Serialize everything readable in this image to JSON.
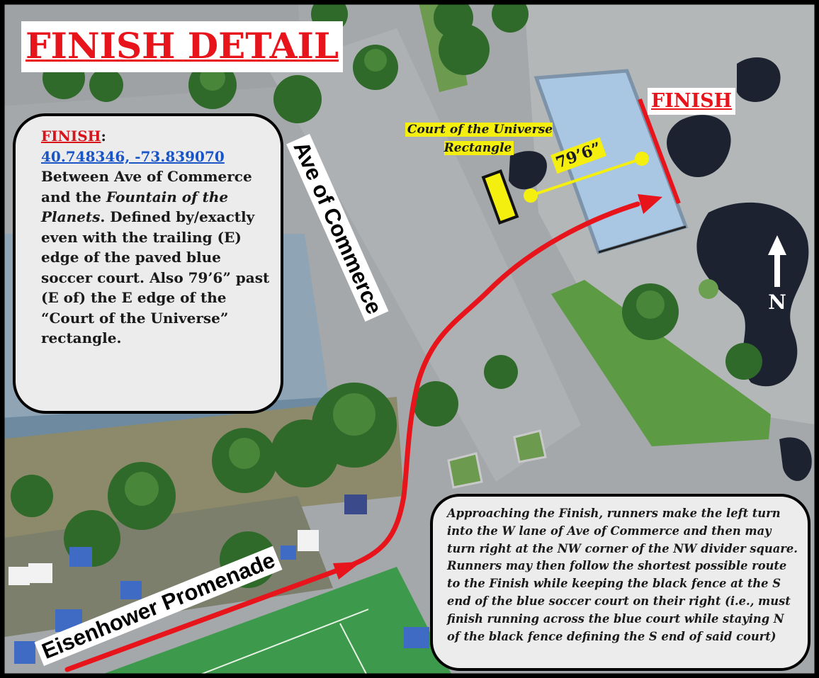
{
  "title": "FINISH DETAIL",
  "finish_label": "FINISH",
  "info": {
    "label": "FINISH",
    "label_suffix": ":",
    "coordinates": "40.748346, -73.839070",
    "text_1": "Between Ave of Commerce and the ",
    "text_italic": "Fountain of the Planets",
    "text_2": ". Defined by/exactly even with the trailing (E) edge of the paved blue soccer court. Also 79’6” past (E of) the E edge of the “Court of the Universe” rectangle."
  },
  "court_label": "Court of the Universe Rectangle",
  "distance_label": "79’6”",
  "street_labels": {
    "ave": "Ave of Commerce",
    "promenade": "Eisenhower Promenade"
  },
  "north": "N",
  "note": "Approaching the Finish, runners make the left turn into the W lane of Ave of Commerce and then may turn right at the NW corner of the NW divider square. Runners may then follow the shortest possible route to the Finish while keeping the black fence at the S end of the blue soccer court on their right (i.e., must finish running across the blue court while staying N of the black fence defining the S end of said court)",
  "colors": {
    "route": "#e8141b",
    "title_red": "#e8141b",
    "coords_blue": "#1a55c8",
    "marker_yellow": "#f5ef10",
    "court_blue": "#a9c6e3",
    "pavement": "#a3a7ab",
    "grass": "#5c9a44"
  },
  "icons": [
    "north-arrow-icon",
    "route-arrow-icon"
  ]
}
